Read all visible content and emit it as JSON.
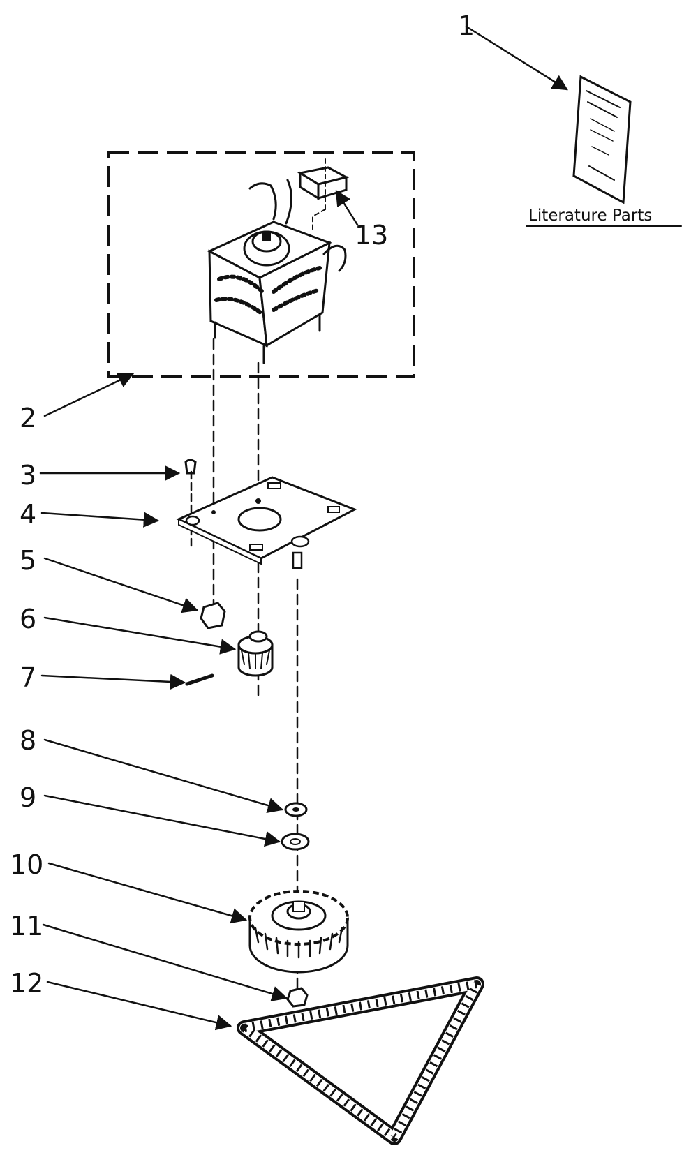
{
  "literature_label": "Literature Parts",
  "callouts": [
    "1",
    "2",
    "3",
    "4",
    "5",
    "6",
    "7",
    "8",
    "9",
    "10",
    "11",
    "12",
    "13"
  ],
  "colors": {
    "ink": "#111111",
    "paper": "#ffffff"
  }
}
